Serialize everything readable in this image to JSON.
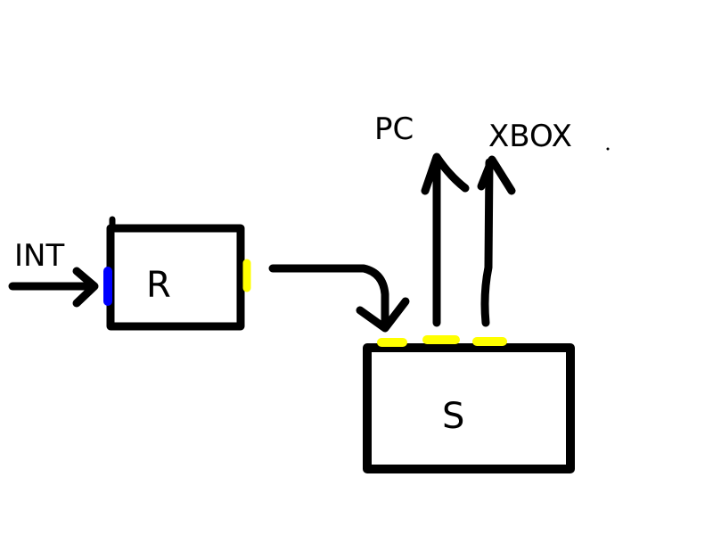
{
  "colors": {
    "stroke": "#000000",
    "input_port": "#0000ff",
    "output_port": "#ffff00",
    "background": "#ffffff"
  },
  "input_label": "INT",
  "boxes": {
    "r": {
      "label": "R"
    },
    "s": {
      "label": "S"
    }
  },
  "outputs": {
    "pc": "PC",
    "xbox": "XBOX"
  }
}
